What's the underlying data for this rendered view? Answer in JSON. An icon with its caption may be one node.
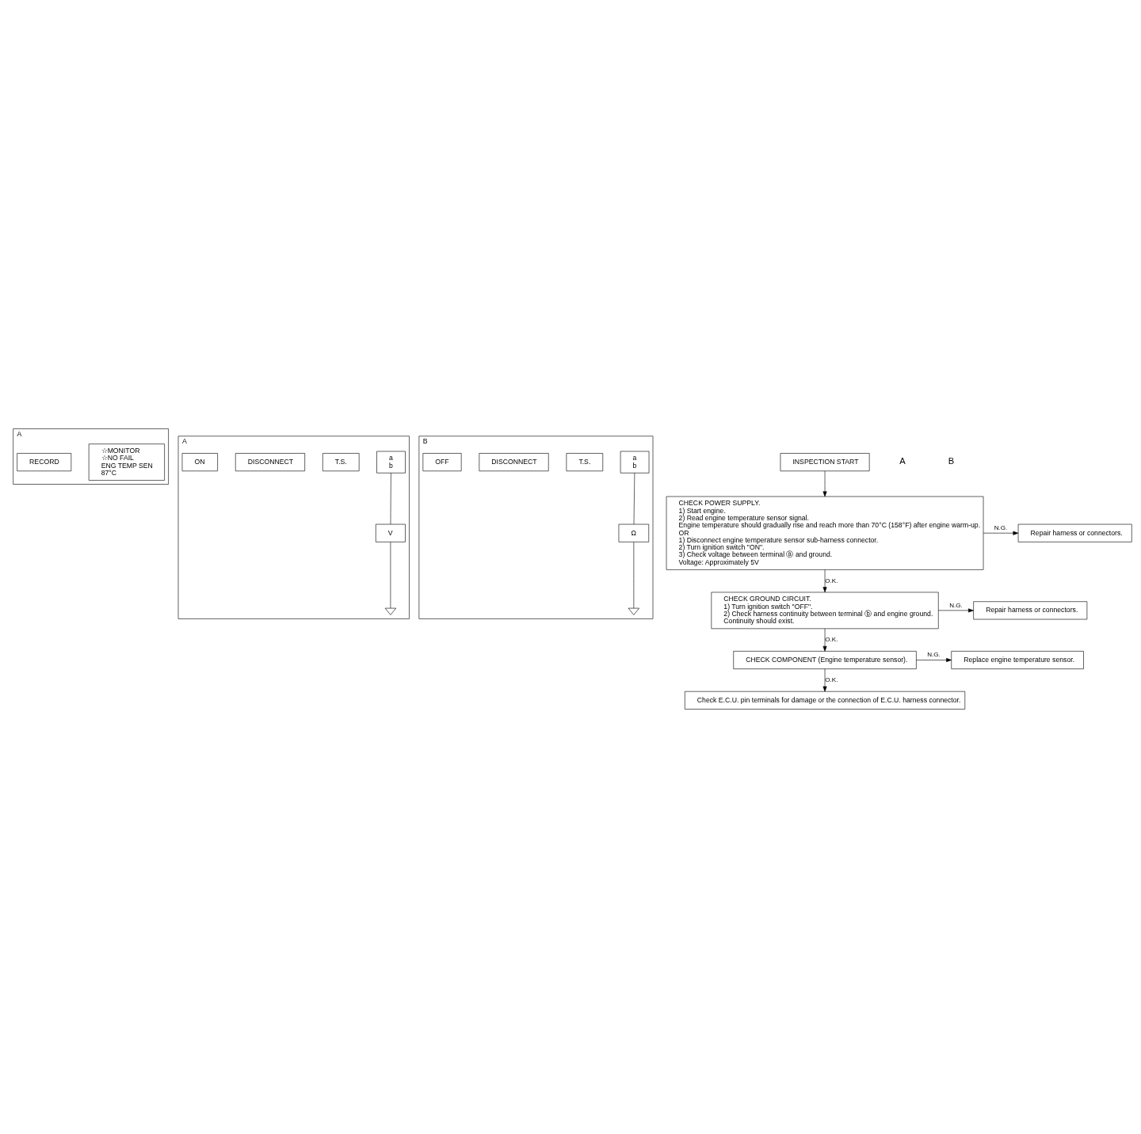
{
  "diagram": {
    "nodes": [
      {
        "text": [
          "INSPECTION START"
        ]
      },
      {
        "text": [
          "CHECK POWER SUPPLY.",
          "1) Start engine.",
          "2) Read engine temperature sensor signal.",
          "Engine temperature should gradually rise and reach more than 70°C (158°F) after engine warm-up.",
          "OR",
          "1) Disconnect engine temperature sensor sub-harness connector.",
          "2) Turn ignition switch \"ON\".",
          "3) Check voltage between terminal ⓐ and ground.",
          "Voltage: Approximately 5V"
        ]
      },
      {
        "text": [
          "Repair harness or connectors."
        ]
      },
      {
        "text": [
          "CHECK GROUND CIRCUIT.",
          "1) Turn ignition switch \"OFF\".",
          "2) Check harness continuity between terminal ⓑ and engine ground.",
          "Continuity should exist."
        ]
      },
      {
        "text": [
          "Repair harness or connectors."
        ]
      },
      {
        "text": [
          "CHECK COMPONENT (Engine temperature sensor)."
        ]
      },
      {
        "text": [
          "Replace engine temperature sensor."
        ]
      },
      {
        "text": [
          "Check E.C.U. pin terminals for damage or the connection of E.C.U. harness connector."
        ]
      },
      {
        "text": [
          "A"
        ]
      },
      {
        "text": [
          "☆MONITOR",
          "☆NO FAIL",
          "ENG TEMP SEN",
          "87°C"
        ],
        "in": 8
      },
      {
        "text": [
          "RECORD"
        ],
        "in": 8
      },
      {
        "text": [
          "A"
        ]
      },
      {
        "text": [
          "a",
          "b"
        ],
        "in": 11
      },
      {
        "text": [
          "T.S."
        ],
        "in": 11
      },
      {
        "text": [
          "DISCONNECT"
        ],
        "in": 11
      },
      {
        "text": [
          "V"
        ],
        "in": 11
      },
      {
        "text": [
          "ON"
        ],
        "in": 11
      },
      {
        "text": [],
        "shape": "ground",
        "in": 11
      },
      {
        "text": [
          "B"
        ]
      },
      {
        "text": [
          "a",
          "b"
        ],
        "in": 18
      },
      {
        "text": [
          "T.S."
        ],
        "in": 18
      },
      {
        "text": [
          "DISCONNECT"
        ],
        "in": 18
      },
      {
        "text": [
          "Ω"
        ],
        "in": 18
      },
      {
        "text": [
          "OFF"
        ],
        "in": 18
      },
      {
        "text": [],
        "shape": "ground",
        "in": 18
      }
    ],
    "edges": [
      {
        "from": 0,
        "to": 1,
        "arrow": "to"
      },
      {
        "from": 1,
        "to": 2,
        "arrow": "to",
        "label": "N.G."
      },
      {
        "from": 1,
        "to": 3,
        "arrow": "to",
        "label": "O.K."
      },
      {
        "from": 3,
        "to": 4,
        "arrow": "to",
        "label": "N.G."
      },
      {
        "from": 3,
        "to": 5,
        "arrow": "to",
        "label": "O.K."
      },
      {
        "from": 5,
        "to": 6,
        "arrow": "to",
        "label": "N.G."
      },
      {
        "from": 5,
        "to": 7,
        "arrow": "to",
        "label": "O.K."
      },
      {
        "from": 12,
        "to": 15,
        "arrow": "none"
      },
      {
        "from": 15,
        "to": 17,
        "arrow": "none"
      },
      {
        "from": 19,
        "to": 22,
        "arrow": "none"
      },
      {
        "from": 22,
        "to": 24,
        "arrow": "none"
      }
    ],
    "labels": [
      "A",
      "B"
    ]
  }
}
